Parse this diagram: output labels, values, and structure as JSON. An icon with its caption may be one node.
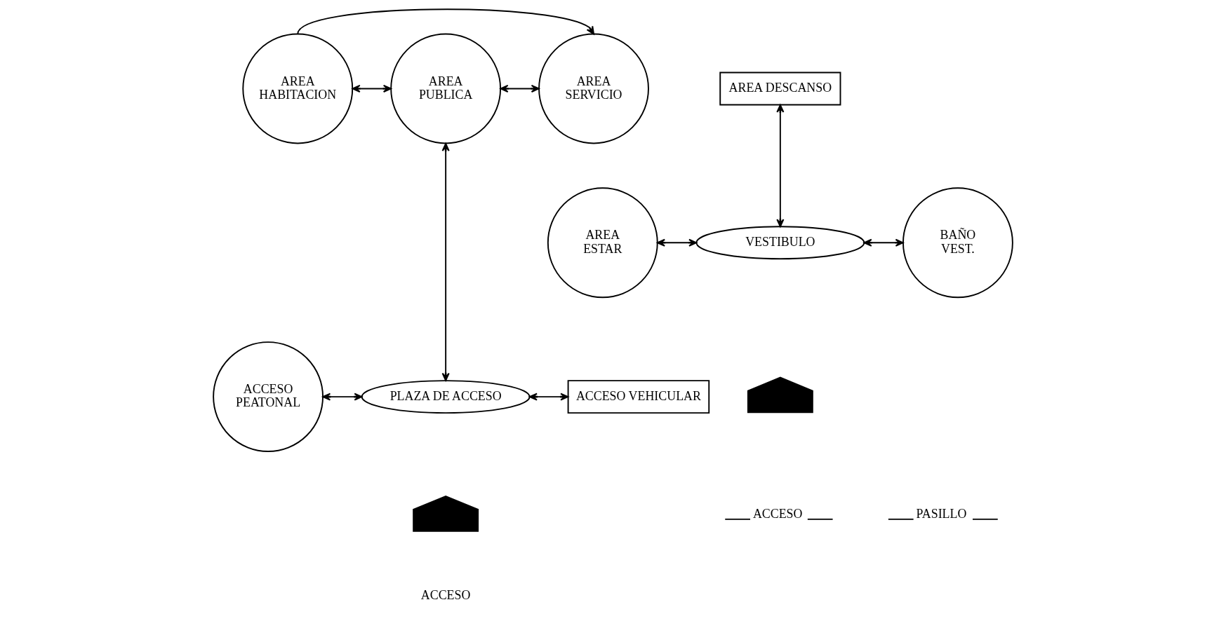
{
  "diagram": {
    "nodes": [
      {
        "text": [
          "AREA HABITACION"
        ]
      },
      {
        "text": [
          "AREA PUBLICA"
        ]
      },
      {
        "text": [
          "AREA SERVICIO"
        ]
      },
      {
        "text": [
          "ACCESO PEATONAL"
        ]
      },
      {
        "text": [
          "PLAZA DE ACCESO"
        ]
      },
      {
        "text": [
          "ACCESO VEHICULAR"
        ]
      },
      {
        "text": [
          "AREA DESCANSO"
        ]
      },
      {
        "text": [
          "AREA ESTAR"
        ]
      },
      {
        "text": [
          "VESTIBULO"
        ]
      },
      {
        "text": [
          "BAÑO VEST."
        ]
      },
      {
        "text": [],
        "shape": "arrow"
      },
      {
        "text": [],
        "shape": "arrow"
      }
    ],
    "edges": [
      {
        "from": 0,
        "to": 2,
        "arrow": "to"
      },
      {
        "from": 0,
        "to": 1,
        "arrow": "both"
      },
      {
        "from": 1,
        "to": 2,
        "arrow": "both"
      },
      {
        "from": 1,
        "to": 4,
        "arrow": "both"
      },
      {
        "from": 3,
        "to": 4,
        "arrow": "both"
      },
      {
        "from": 4,
        "to": 5,
        "arrow": "both"
      },
      {
        "from": 6,
        "to": 8,
        "arrow": "both"
      },
      {
        "from": 7,
        "to": 8,
        "arrow": "both"
      },
      {
        "from": 8,
        "to": 9,
        "arrow": "both"
      }
    ],
    "labels": [
      "ACCESO"
    ],
    "legend": [
      {
        "text": "ACCESO"
      },
      {
        "text": "PASILLO"
      }
    ]
  }
}
